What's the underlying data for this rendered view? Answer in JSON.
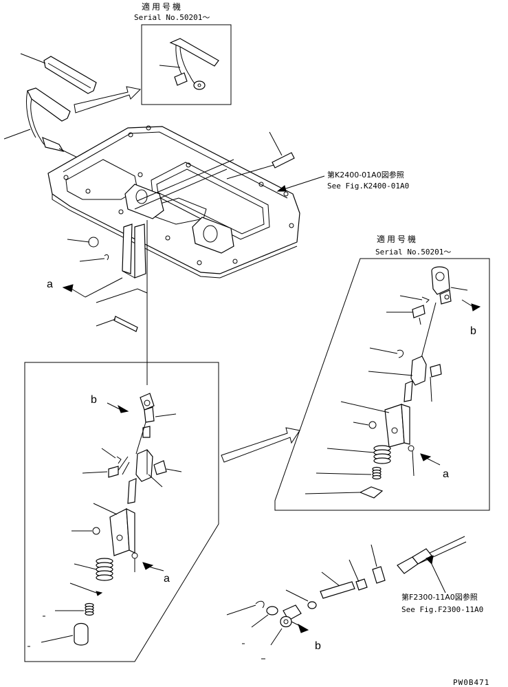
{
  "labels": {
    "serial_top_jp": "適用号機",
    "serial_top": "Serial No.50201～",
    "serial_right_jp": "適用号機",
    "serial_right": "Serial No.50201～",
    "ref_k2400_jp": "第K2400-01A0図参照",
    "ref_k2400": "See Fig.K2400-01A0",
    "ref_f2300_jp": "第F2300-11A0図参照",
    "ref_f2300": "See Fig.F2300-11A0",
    "callout_a": "a",
    "callout_b": "b",
    "drawing_code": "PW0B471"
  }
}
